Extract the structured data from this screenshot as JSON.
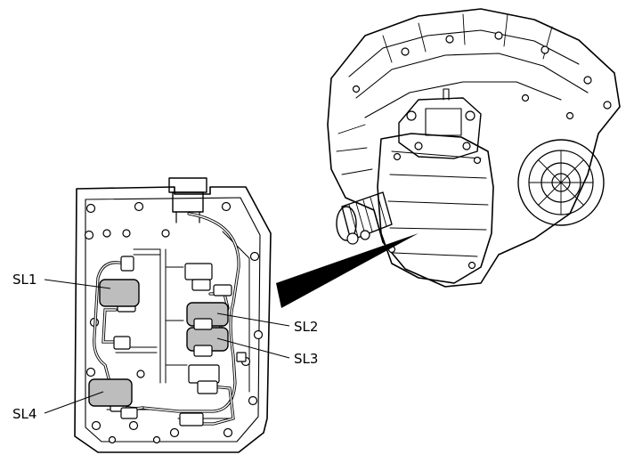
{
  "diagram": {
    "labels": {
      "sl1": "SL1",
      "sl2": "SL2",
      "sl3": "SL3",
      "sl4": "SL4"
    },
    "colors": {
      "line": "#000000",
      "solenoid_fill": "#bdbdbd",
      "transmission_shade": "#d6d6d6",
      "background": "#ffffff"
    }
  }
}
